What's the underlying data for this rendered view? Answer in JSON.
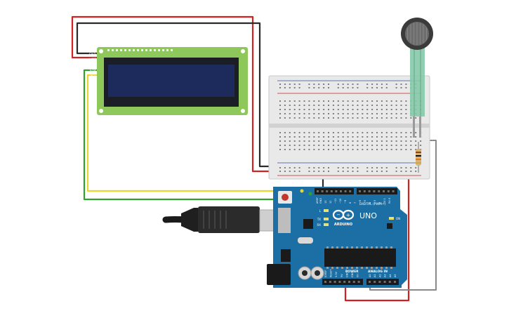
{
  "lcd": {
    "pin_labels": [
      "GND",
      "VCC",
      "SDA",
      "SCL"
    ]
  },
  "arduino": {
    "brand": "ARDUINO",
    "model": "UNO",
    "digital_label": "DIGITAL (PWM~)",
    "power_label": "POWER",
    "analog_label": "ANALOG IN",
    "aref_label": "AREF",
    "gnd_label": "GND",
    "digital_pins": [
      "13",
      "12",
      "~11",
      "~10",
      "~9",
      "8",
      "7",
      "~6",
      "~5",
      "4",
      "~3",
      "2",
      "TX 1",
      "RX 0"
    ],
    "power_pins": [
      "IOREF",
      "RESET",
      "3.3V",
      "5V",
      "GND",
      "GND",
      "Vin"
    ],
    "analog_pins": [
      "A0",
      "A1",
      "A2",
      "A3",
      "A4",
      "A5"
    ],
    "led_labels": [
      "L",
      "TX",
      "RX",
      "ON"
    ]
  },
  "wire_colors": {
    "red": "#d32020",
    "black": "#2a2a2a",
    "green": "#2fa12f",
    "yellow": "#e6d430",
    "gray": "#8a8a8a"
  },
  "colors": {
    "lcd_pcb": "#8fc85a",
    "lcd_screen": "#1c2a5c",
    "arduino_board": "#1b6fa5",
    "breadboard": "#e9e9e9"
  }
}
